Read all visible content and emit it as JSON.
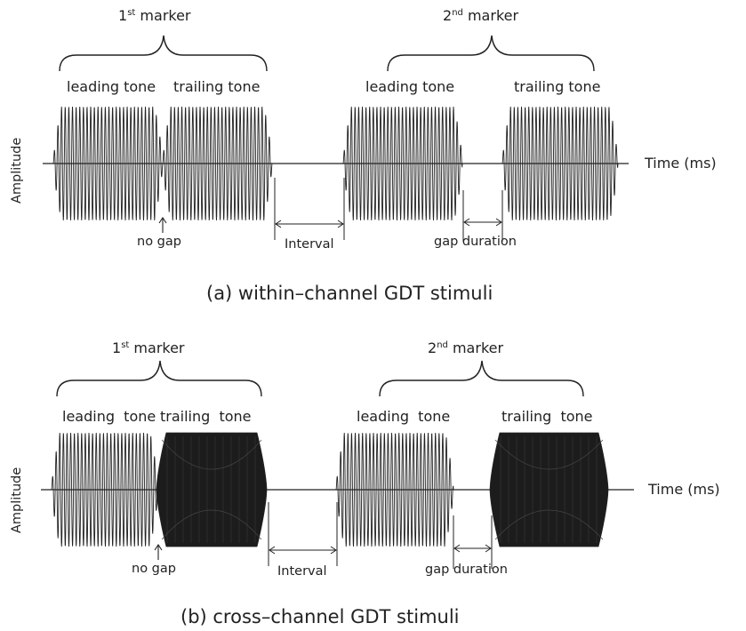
{
  "panels": [
    {
      "id": "a",
      "caption": "(a) within–channel GDT stimuli",
      "y_axis_label": "Amplitude",
      "x_axis_label": "Time (ms)",
      "marker1": {
        "number": "1",
        "suffix": "st",
        "word": "marker"
      },
      "marker2": {
        "number": "2",
        "suffix": "nd",
        "word": "marker"
      },
      "tone_labels": {
        "m1_leading": "leading tone",
        "m1_trailing": "trailing tone",
        "m2_leading": "leading tone",
        "m2_trailing": "trailing tone"
      },
      "annotations": {
        "no_gap": "no gap",
        "interval": "Interval",
        "gap_duration": "gap duration"
      },
      "trailing_tone_style": "sparse",
      "colors": {
        "ink": "#222222",
        "dense_fill": "#1c1c1c"
      }
    },
    {
      "id": "b",
      "caption": "(b) cross–channel GDT stimuli",
      "y_axis_label": "Amplitude",
      "x_axis_label": "Time (ms)",
      "marker1": {
        "number": "1",
        "suffix": "st",
        "word": "marker"
      },
      "marker2": {
        "number": "2",
        "suffix": "nd",
        "word": "marker"
      },
      "tone_labels": {
        "m1_leading": "leading  tone",
        "m1_trailing": "trailing  tone",
        "m2_leading": "leading  tone",
        "m2_trailing": "trailing  tone"
      },
      "annotations": {
        "no_gap": "no gap",
        "interval": "Interval",
        "gap_duration": "gap duration"
      },
      "trailing_tone_style": "dense",
      "colors": {
        "ink": "#222222",
        "dense_fill": "#1c1c1c"
      }
    }
  ]
}
